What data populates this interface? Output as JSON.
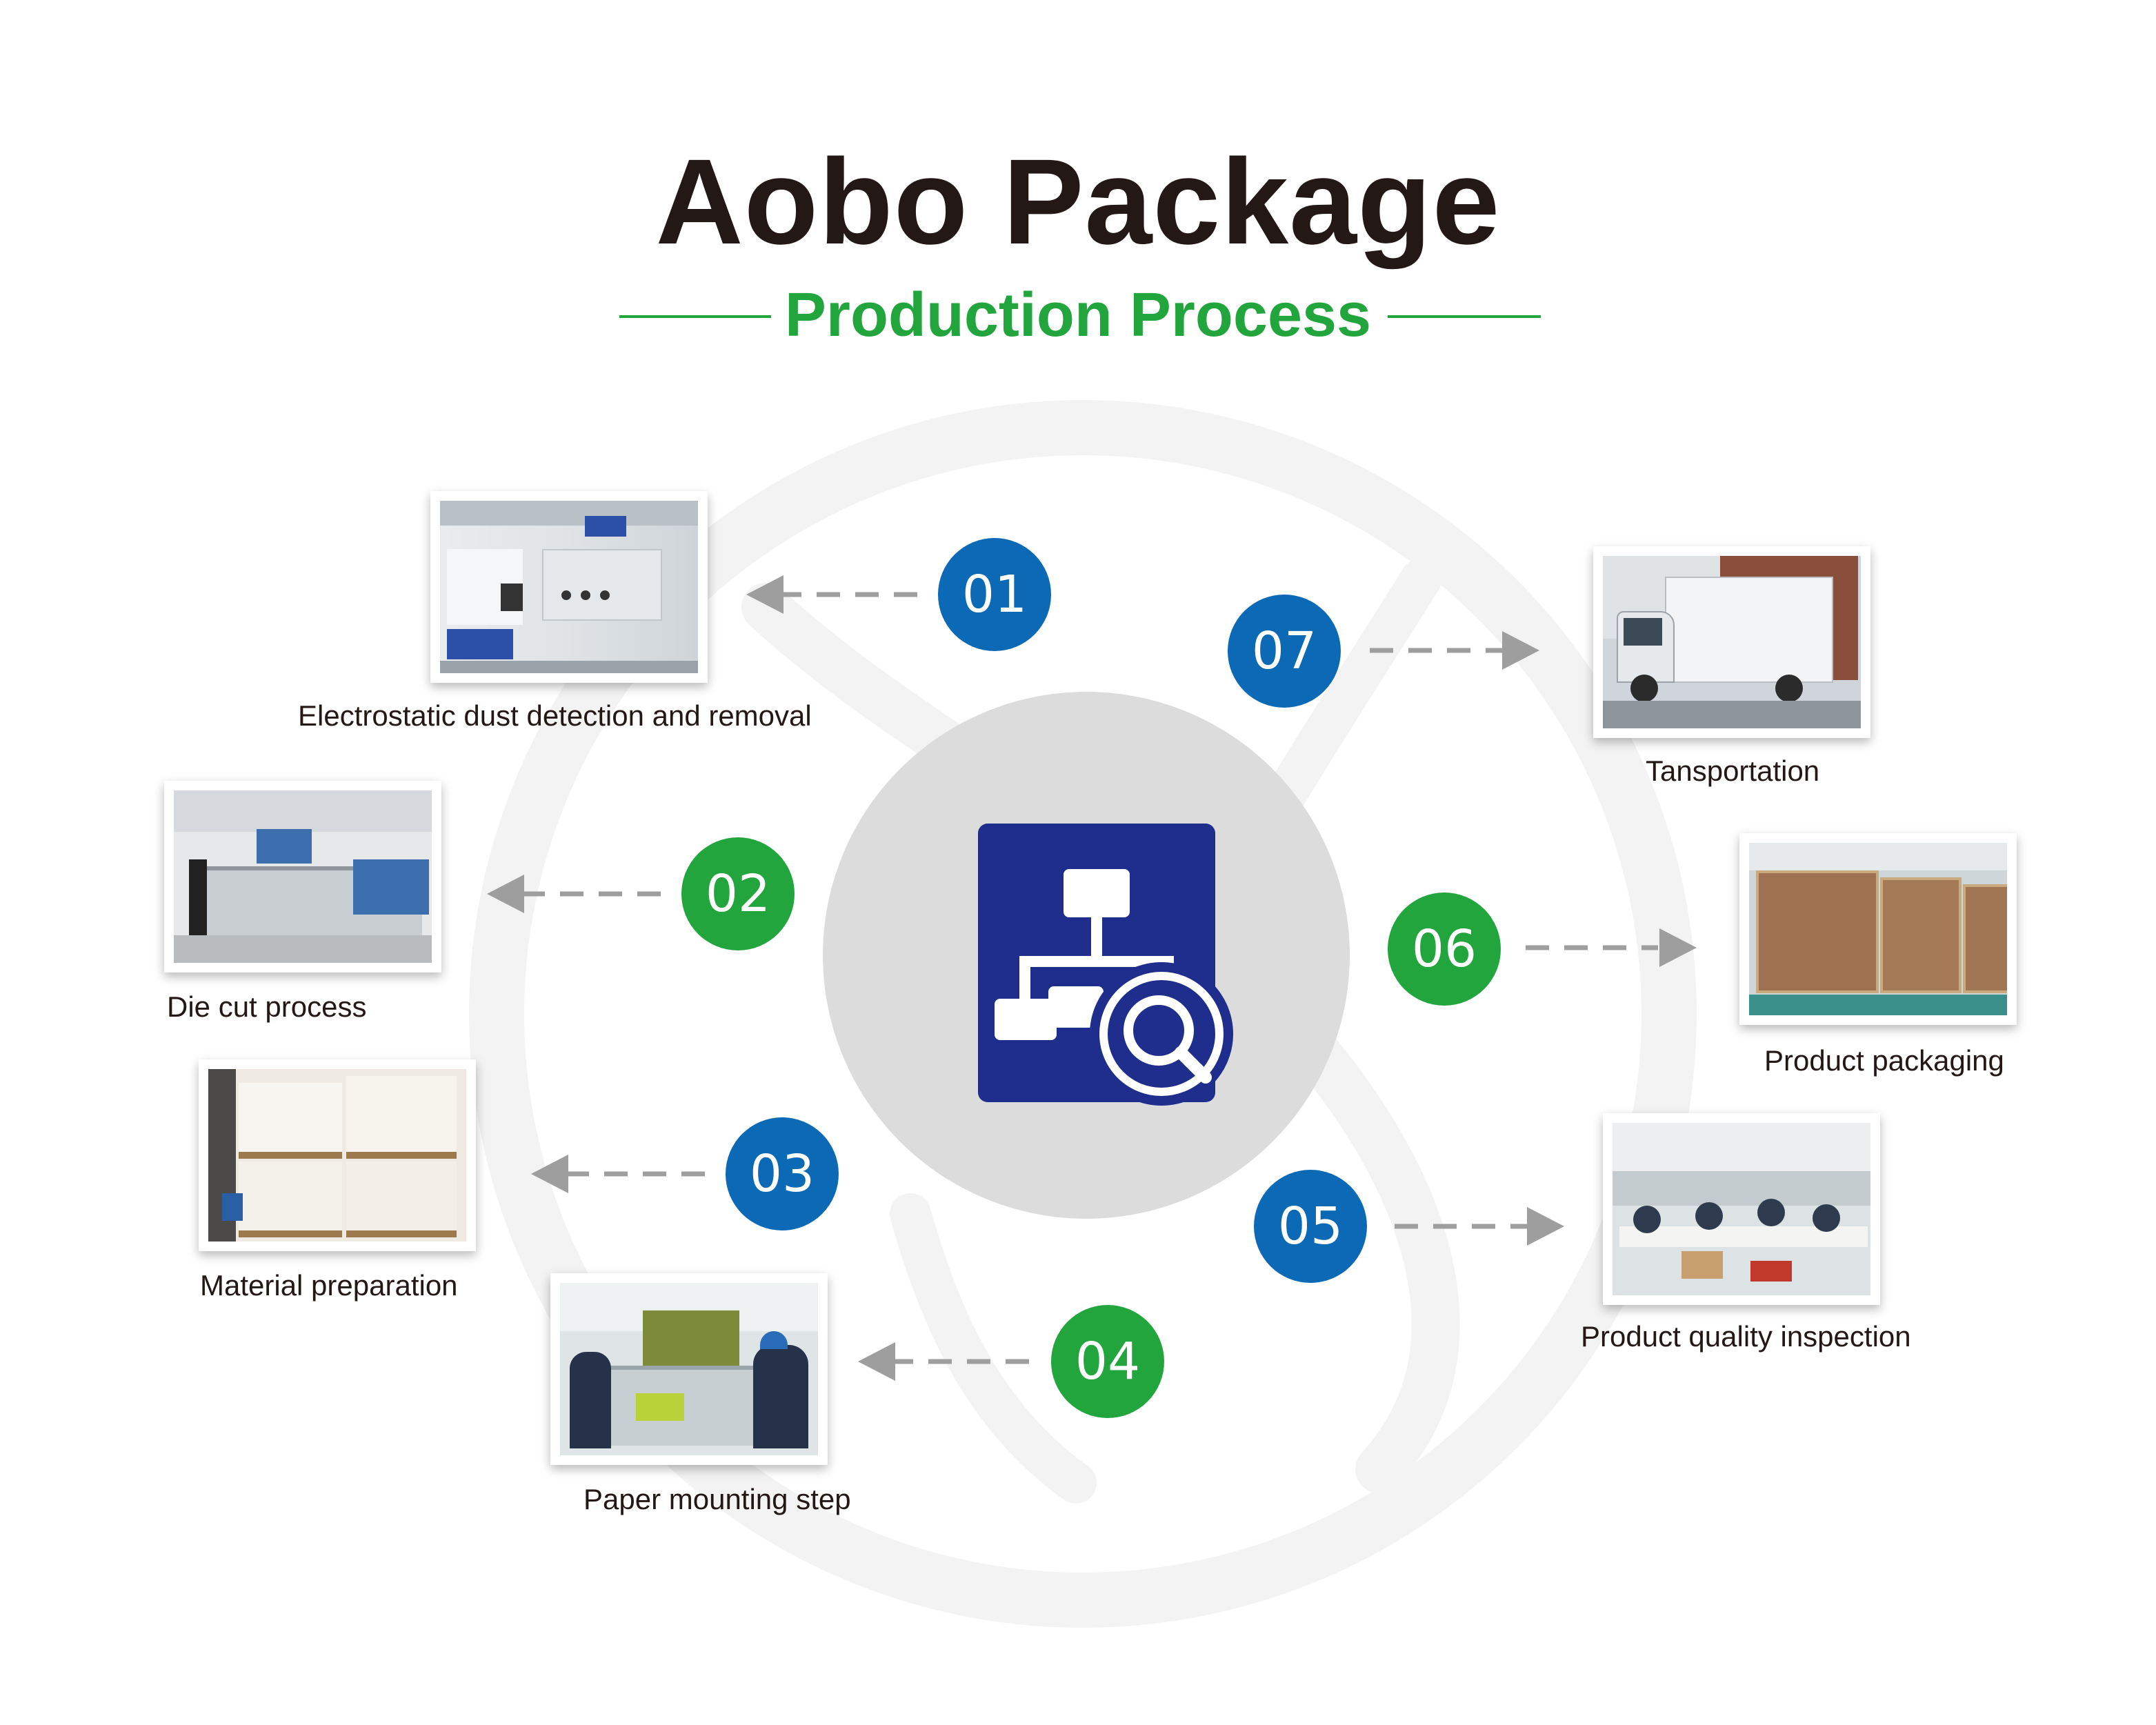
{
  "header": {
    "title": "Aobo Package",
    "subtitle": "Production Process"
  },
  "colors": {
    "blue": "#0b69b5",
    "green": "#22a53d",
    "hub": "#dcdcdc",
    "icon": "#1f2e8c",
    "arrow": "#9e9e9e"
  },
  "center_icon": "flowchart-search-icon",
  "steps": [
    {
      "number": "01",
      "label": "Electrostatic dust detection and removal",
      "color": "blue"
    },
    {
      "number": "02",
      "label": "Die cut process",
      "color": "green"
    },
    {
      "number": "03",
      "label": "Material preparation",
      "color": "blue"
    },
    {
      "number": "04",
      "label": "Paper mounting step",
      "color": "green"
    },
    {
      "number": "05",
      "label": "Product quality inspection",
      "color": "blue"
    },
    {
      "number": "06",
      "label": "Product packaging",
      "color": "green"
    },
    {
      "number": "07",
      "label": "Tansportation",
      "color": "blue"
    }
  ]
}
